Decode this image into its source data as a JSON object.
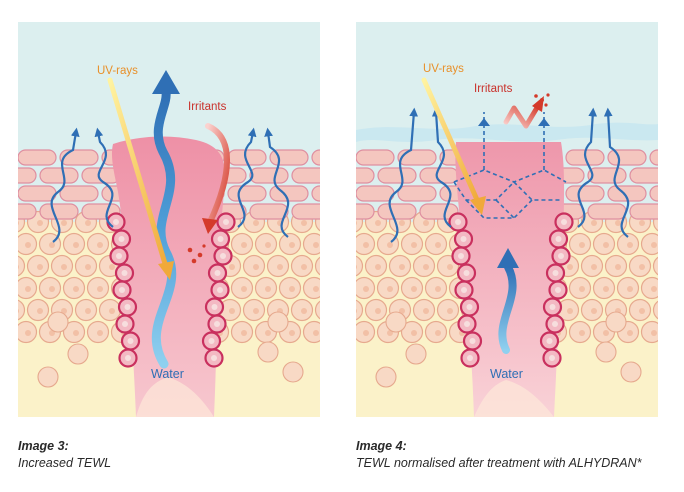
{
  "colors": {
    "sky": "#dcefef",
    "base": "#fbf2c9",
    "cell_fill": "#f8d9c5",
    "cell_stroke": "#e6a98e",
    "ring_stroke": "#c9305e",
    "ring_fill": "#f3b9c3",
    "pore": "#ef9cb0",
    "pore_light": "#f6c2cc",
    "water": "#2f7cc0",
    "water_light": "#8fd0ef",
    "uv": "#f0a93a",
    "uv_start": "#fff3a0",
    "irritant": "#d43a2a",
    "irritant_start": "#fbd2cf",
    "film": "#c8e7f0"
  },
  "panels": [
    {
      "uv_label": "UV-rays",
      "irritants_label": "Irritants",
      "water_label": "Water",
      "caption_title": "Image 3:",
      "caption_text": "Increased TEWL"
    },
    {
      "uv_label": "UV-rays",
      "irritants_label": "Irritants",
      "water_label": "Water",
      "caption_title": "Image 4:",
      "caption_text": "TEWL normalised after treatment with ALHYDRAN*"
    }
  ]
}
